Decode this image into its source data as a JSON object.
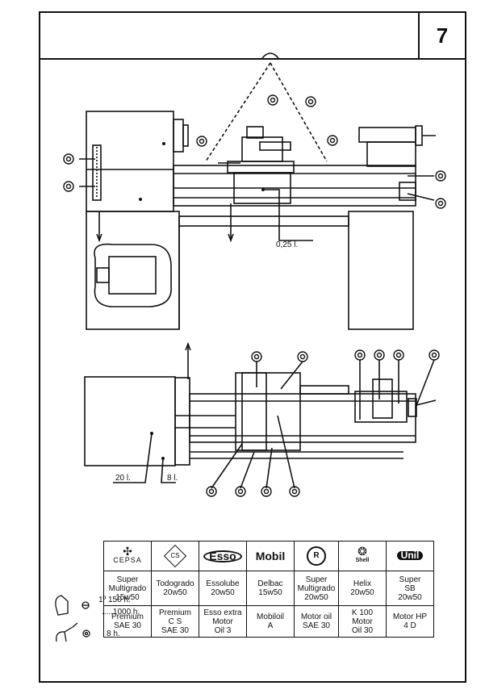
{
  "page": {
    "number": "7"
  },
  "diagram": {
    "oil_front": "0,25 l.",
    "oil_base_left": "20 l.",
    "oil_base_right": "8 l."
  },
  "intervals": {
    "first": "1º 150 h.",
    "first_cont": ".....1000 h.",
    "second": "8 h."
  },
  "brands": [
    {
      "name": "CEPSA",
      "icon": "cepsa-logo-icon"
    },
    {
      "name": "CS",
      "icon": "cs-logo-icon"
    },
    {
      "name": "Esso",
      "icon": "esso-logo-icon"
    },
    {
      "name": "Mobil",
      "icon": "mobil-logo-icon"
    },
    {
      "name": "R",
      "icon": "r-logo-icon"
    },
    {
      "name": "Shell",
      "icon": "shell-logo-icon"
    },
    {
      "name": "Unil",
      "icon": "unil-logo-icon"
    }
  ],
  "table": {
    "row1": [
      [
        "Super",
        "Multigrado",
        "15w50"
      ],
      [
        "Todogrado",
        "20w50"
      ],
      [
        "Essolube",
        "20w50"
      ],
      [
        "Delbac",
        "15w50"
      ],
      [
        "Super",
        "Multigrado",
        "20w50"
      ],
      [
        "Helix",
        "20w50"
      ],
      [
        "Super",
        "SB",
        "20w50"
      ]
    ],
    "row2": [
      [
        "Premium",
        "SAE 30"
      ],
      [
        "Premium",
        "C S",
        "SAE 30"
      ],
      [
        "Esso extra",
        "Motor",
        "Oil 3"
      ],
      [
        "Mobiloil",
        "A"
      ],
      [
        "Motor oil",
        "SAE 30"
      ],
      [
        "K 100 Motor",
        "Oil 30"
      ],
      [
        "Motor HP",
        "4 D"
      ]
    ]
  }
}
